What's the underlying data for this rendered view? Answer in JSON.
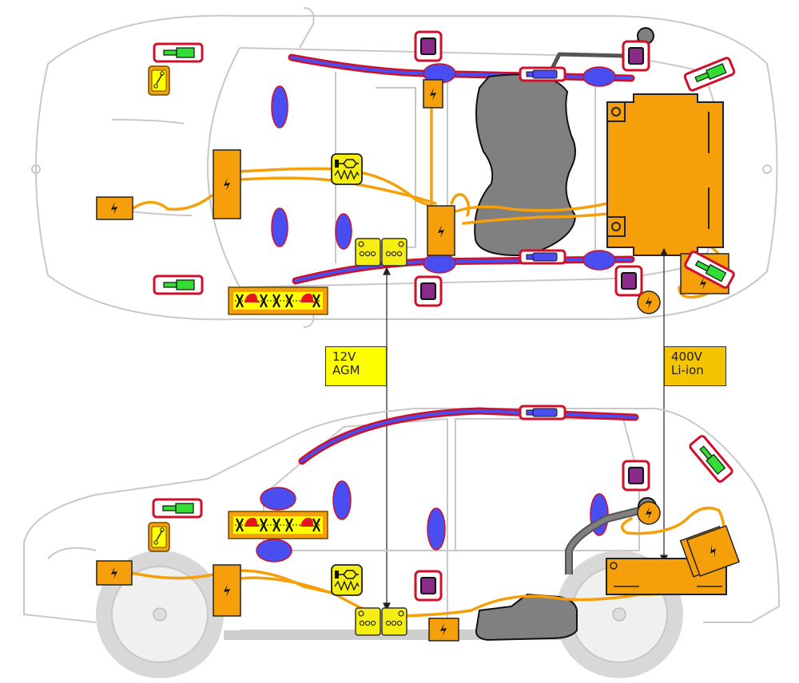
{
  "diagram": {
    "title": "Vehicle rescue sheet – plug-in hybrid SUV component layout",
    "views": [
      "top view",
      "side view"
    ],
    "colors": {
      "high_voltage": "#f5a00a",
      "low_voltage_battery": "#f5ee12",
      "airbag": "#4a4ef0",
      "airbag_outline": "#d0102a",
      "gas_spring": "#33dd33",
      "control_unit": "#8a2b8a",
      "fuel_tank": "#808080",
      "callout_12v": "#ffff00",
      "callout_400v": "#f5c400",
      "car_outline": "#c8c8c8"
    },
    "batteries": [
      {
        "id": "12v",
        "line1": "12V",
        "line2": "AGM"
      },
      {
        "id": "400v",
        "line1": "400V",
        "line2": "Li-ion"
      }
    ],
    "legend_symbols": {
      "high_voltage_component": "lightning-bolt-icon",
      "low_voltage_battery": "12v-battery-icon",
      "airbag": "airbag-ellipse",
      "curtain_airbag": "curtain-airbag-strip",
      "airbag_gas_generator": "gas-generator-icon",
      "gas_strut": "gas-strut-icon",
      "seatbelt_pretensioner_unit": "control-unit-square",
      "fuel_tank": "fuel-tank-shape",
      "fuse": "fuse-icon",
      "belt_tensioner": "tensioner-spring-icon",
      "cutting_zone": "rescue-cut-strip-icon"
    }
  }
}
